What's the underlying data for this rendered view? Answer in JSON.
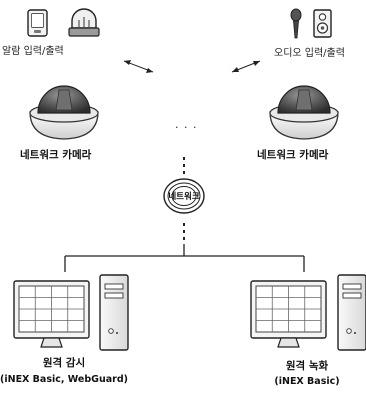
{
  "alarm": {
    "label": "알람 입력/출력"
  },
  "audio": {
    "label": "오디오 입력/출력"
  },
  "camera_left": {
    "label": "네트워크 카메라"
  },
  "camera_right": {
    "label": "네트워크 카메라"
  },
  "ellipsis": "· · ·",
  "network": {
    "label": "네트워크"
  },
  "remote_monitor": {
    "label": "원격 감시",
    "sub": "(iNEX Basic, WebGuard)"
  },
  "remote_record": {
    "label": "원격 녹화",
    "sub": "(iNEX Basic)"
  },
  "colors": {
    "line": "#222222",
    "gray_dark": "#555555",
    "gray_light": "#cfcfcf",
    "white": "#ffffff"
  }
}
